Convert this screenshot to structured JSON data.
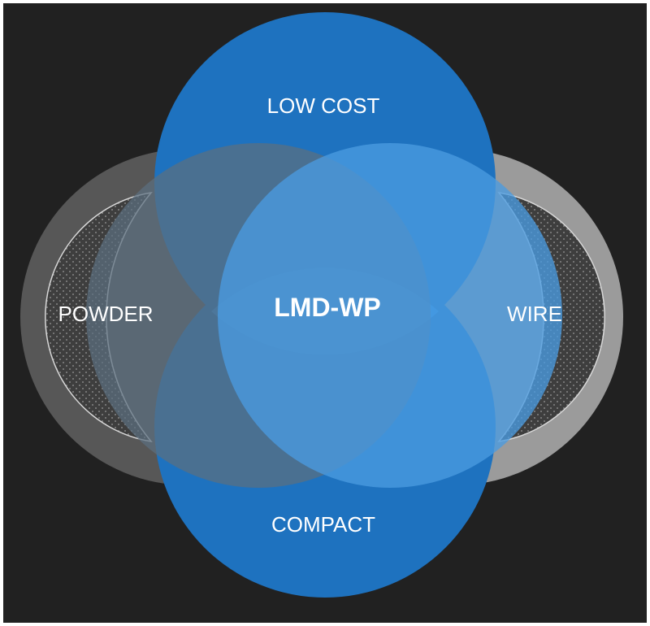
{
  "colors": {
    "frame": "#ffffff",
    "background": "#212121",
    "primary_blue": "#1e72bf",
    "light_blue": "#4a9be0",
    "center_blue": "#2b8fe6",
    "powder_gray": "#6a6a6a",
    "wire_gray": "#b0b0b0",
    "crescent_fill": "#3e3e3e",
    "text": "#ffffff"
  },
  "labels": {
    "top": "LOW COST",
    "bottom": "COMPACT",
    "left": "POWDER",
    "right": "WIRE",
    "center": "LMD-WP"
  }
}
